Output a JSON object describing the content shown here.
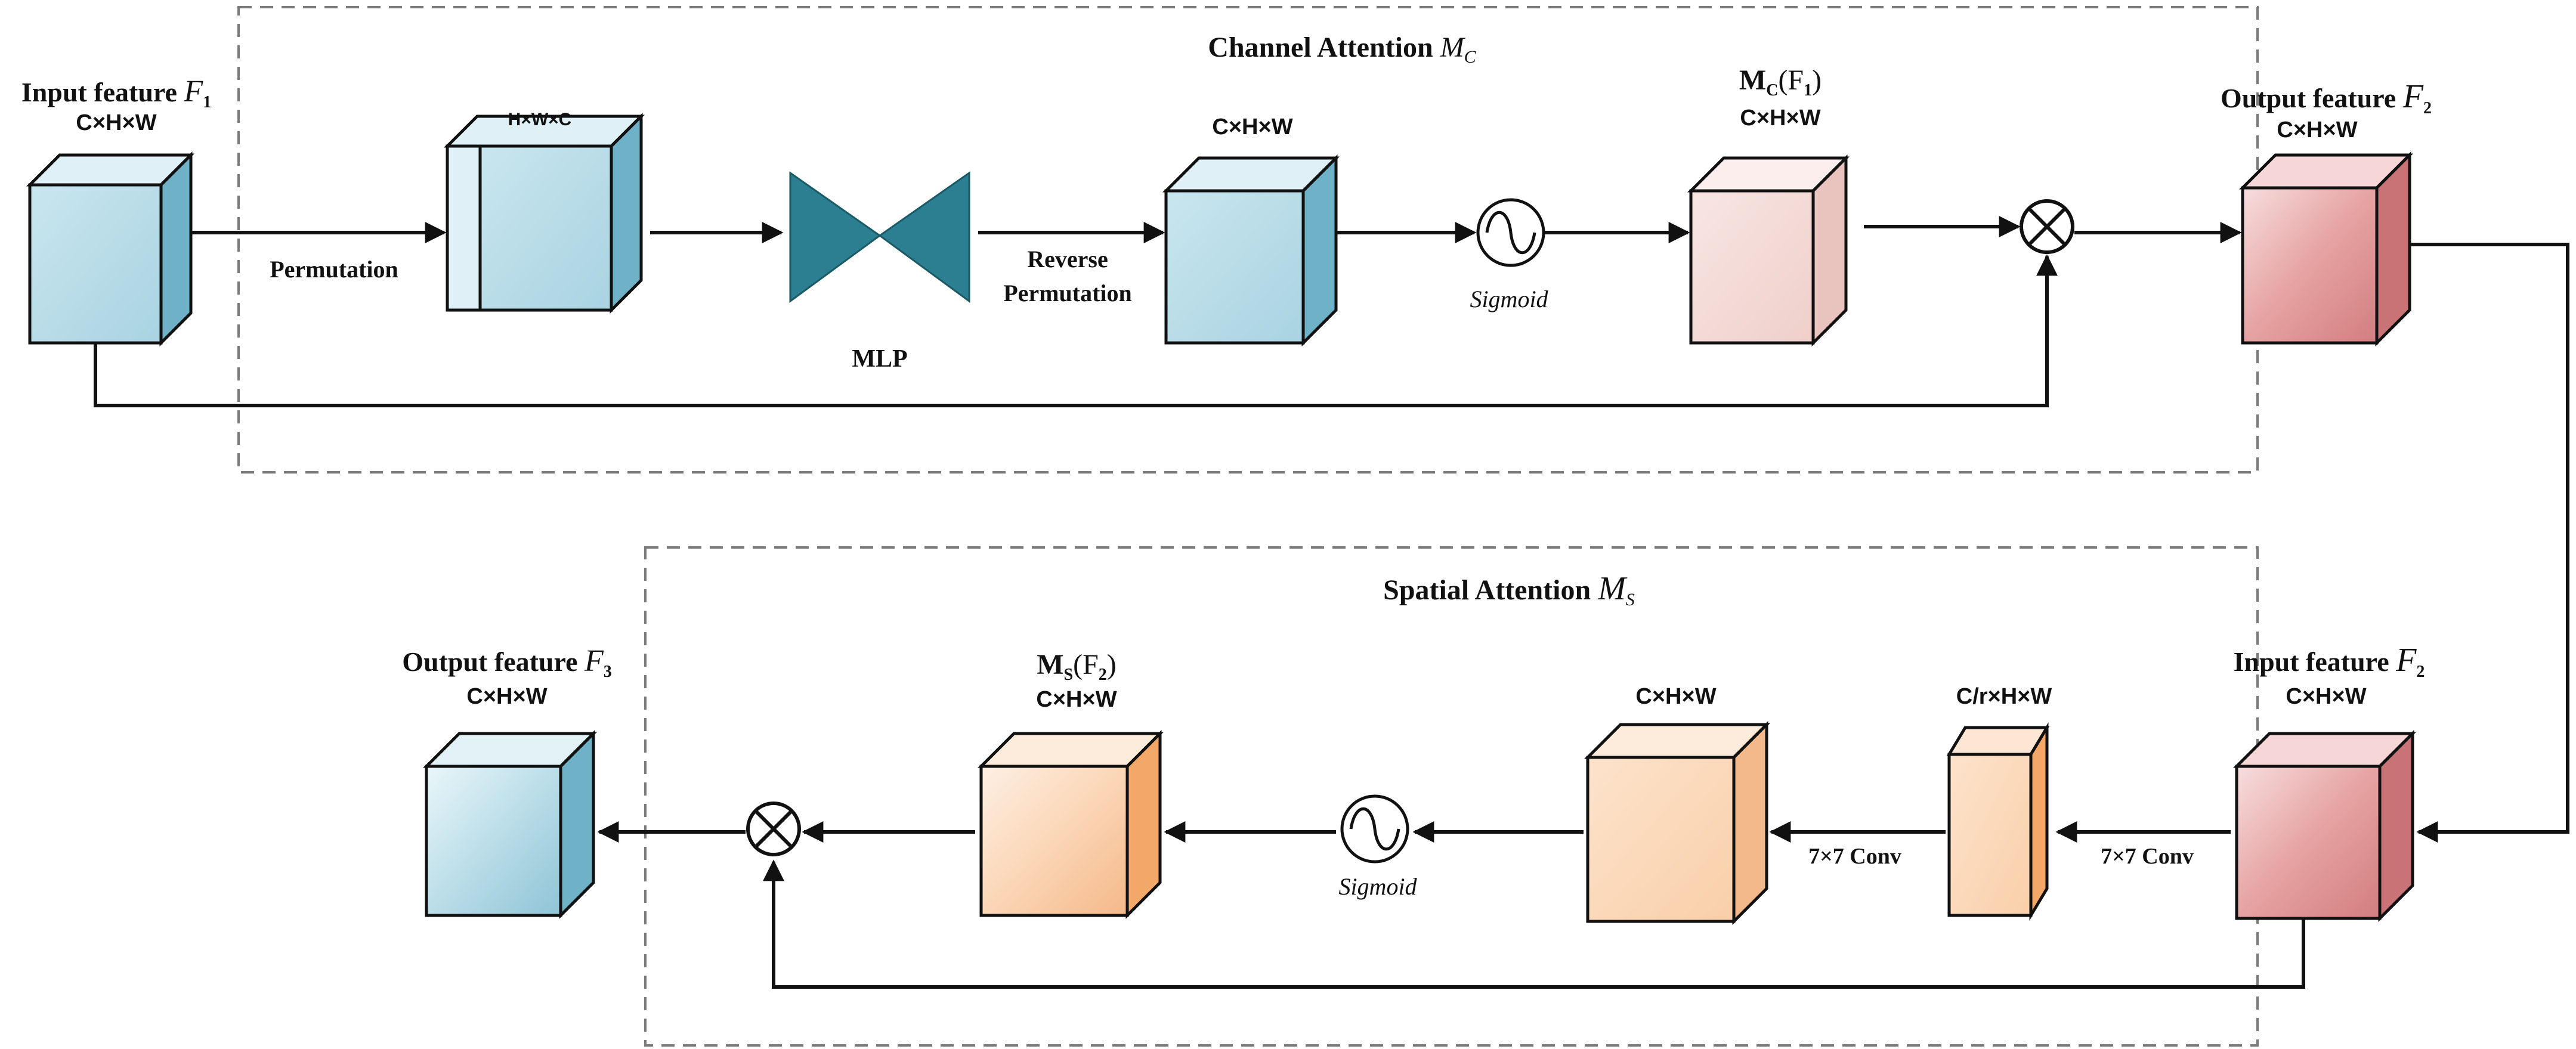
{
  "channel_attention": {
    "title": "Channel Attention",
    "title_symbol": "M",
    "title_symbol_sub": "C",
    "input_label": "Input feature",
    "input_symbol": "F",
    "input_symbol_sub": "1",
    "input_dims": "C×H×W",
    "permuted_dims": "H×W×C",
    "permutation_label": "Permutation",
    "mlp_label": "MLP",
    "reverse_label_1": "Reverse",
    "reverse_label_2": "Permutation",
    "restored_dims": "C×H×W",
    "sigmoid_label": "Sigmoid",
    "map_label": "M",
    "map_sub": "C",
    "map_arg": "(F",
    "map_arg_sub": "1",
    "map_arg_close": ")",
    "map_dims": "C×H×W",
    "output_label": "Output feature",
    "output_symbol": "F",
    "output_symbol_sub": "2",
    "output_dims": "C×H×W"
  },
  "spatial_attention": {
    "title": "Spatial Attention",
    "title_symbol": "M",
    "title_symbol_sub": "S",
    "input_label": "Input feature",
    "input_symbol": "F",
    "input_symbol_sub": "2",
    "input_dims": "C×H×W",
    "conv1_label": "7×7 Conv",
    "reduced_dims": "C/r×H×W",
    "conv2_label": "7×7 Conv",
    "restored_dims": "C×H×W",
    "sigmoid_label": "Sigmoid",
    "map_label": "M",
    "map_sub": "S",
    "map_arg": "(F",
    "map_arg_sub": "2",
    "map_arg_close": ")",
    "map_dims": "C×H×W",
    "output_label": "Output feature",
    "output_symbol": "F",
    "output_symbol_sub": "3",
    "output_dims": "C×H×W"
  },
  "colors": {
    "blue_front": "#b7dbe6",
    "blue_side": "#6fb2c8",
    "pink_front": "#f5dcd8",
    "red_front": "#e7a8a8",
    "orange_front": "#fbd9bd",
    "mlp": "#2b7f90"
  }
}
